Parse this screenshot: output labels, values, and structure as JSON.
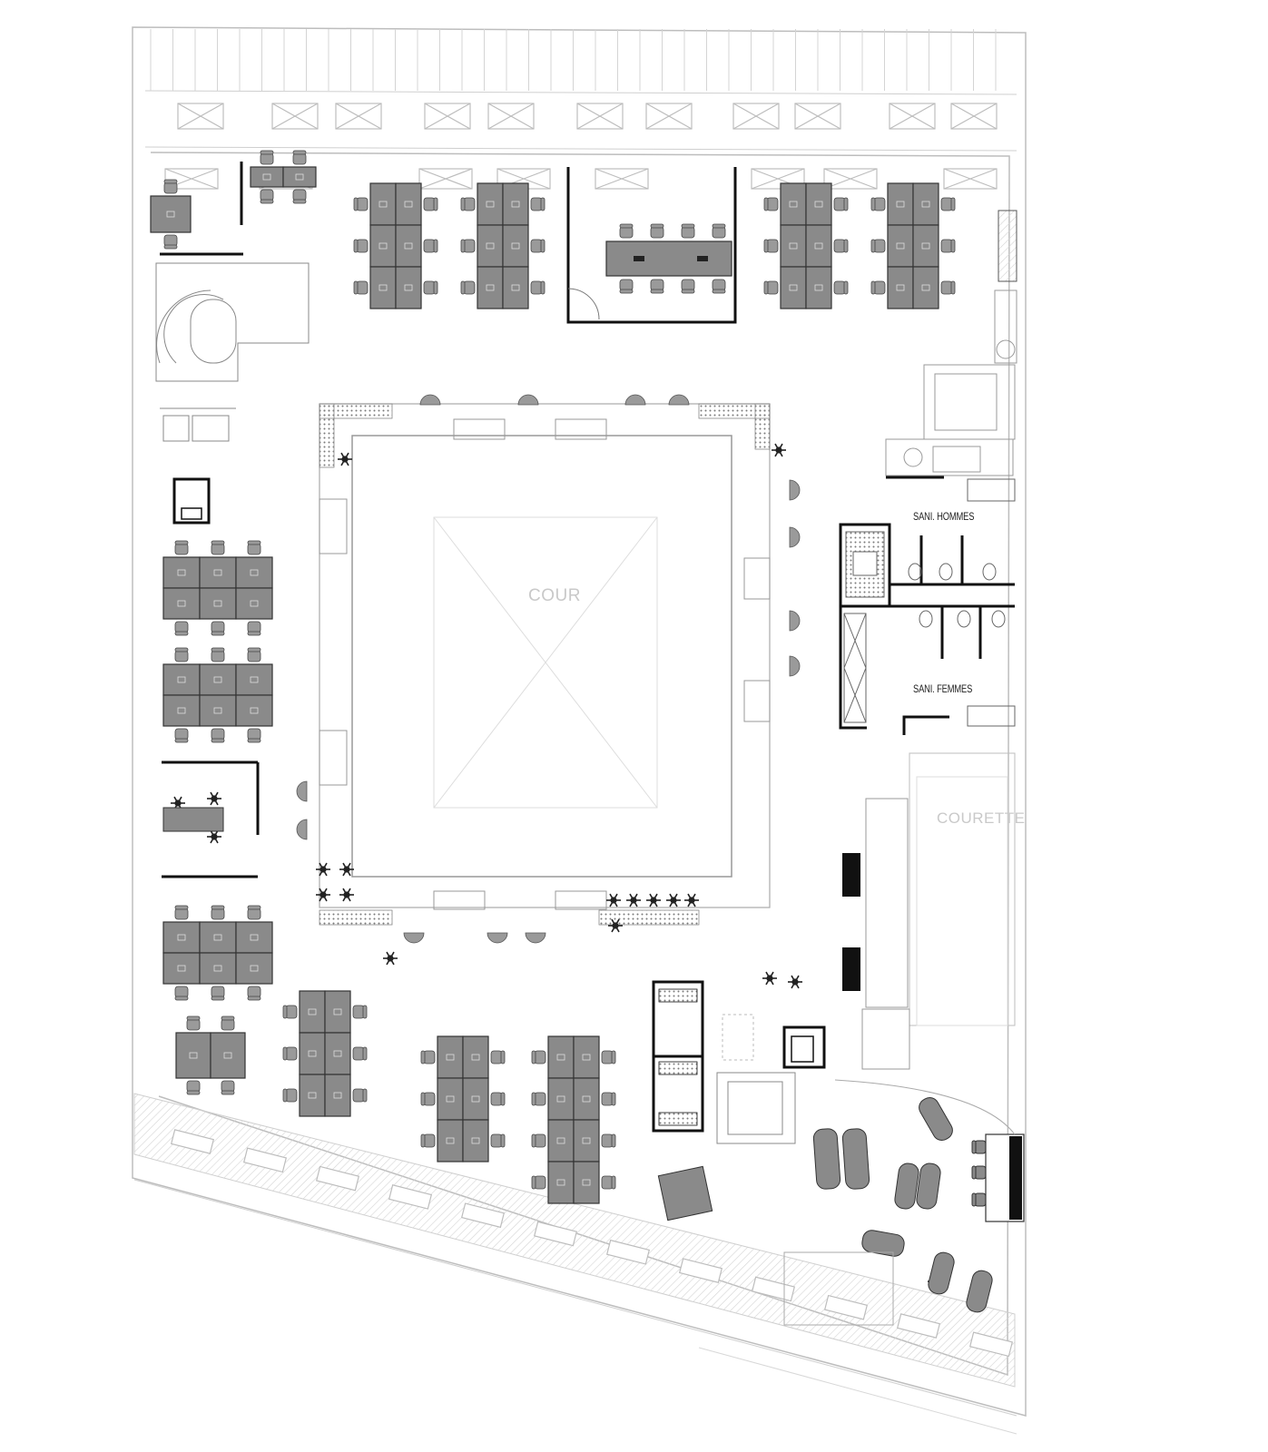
{
  "plan": {
    "labels": {
      "courtyard": "COUR",
      "small_courtyard": "COURETTE",
      "mens_restroom": "SANI. HOMMES",
      "womens_restroom": "SANI. FEMMES"
    },
    "colors": {
      "furniture_fill": "#8a8a8a",
      "wall": "#111111",
      "faint_line": "#bdbdbd",
      "hatch": "#d9d9d9"
    }
  }
}
